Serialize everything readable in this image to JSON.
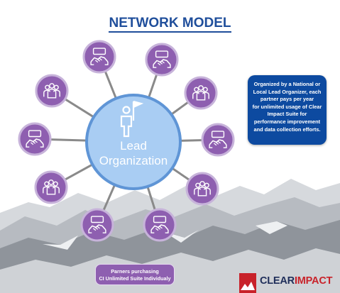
{
  "title": "NETWORK MODEL",
  "center": {
    "line1": "Lead",
    "line2": "Organization",
    "icon": "person-with-flag-icon"
  },
  "partner_node_icons": [
    "handshake-icon",
    "team-icon"
  ],
  "info_box": {
    "lines": [
      "Organized by a National or",
      "Local Lead Organizer, each",
      "partner pays  per year",
      "for unlimited usage of Clear",
      "Impact Suite for",
      "performance improvement",
      "and data collection efforts."
    ]
  },
  "partner_label": {
    "line1": "Parners purchasing",
    "line2": "CI Unlimited Suite Individualy"
  },
  "logo": {
    "word1": "CLEAR",
    "word2": "IMPACT"
  },
  "colors": {
    "title": "#1f4e9b",
    "center_fill": "#a9cdf3",
    "center_stroke": "#5f95d6",
    "node_fill": "#8e5fb0",
    "node_stroke": "#c7b3da",
    "spoke": "#8a8a8a",
    "info_box": "#0d4aa0",
    "logo_red": "#c8222a",
    "logo_navy": "#1f2e5a"
  }
}
